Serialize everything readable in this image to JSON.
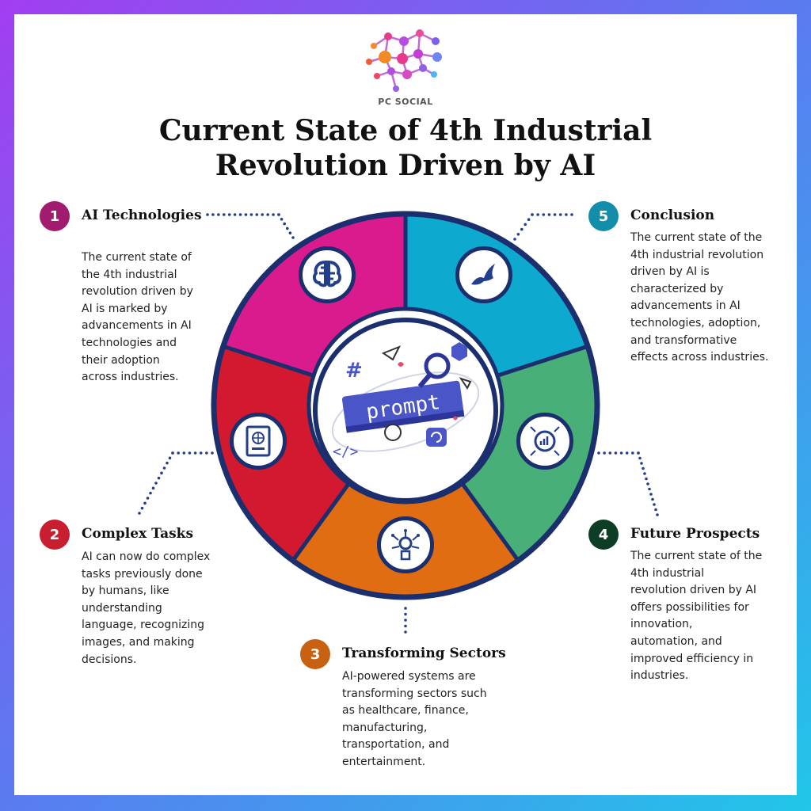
{
  "brand": {
    "name": "PC SOCIAL"
  },
  "title": {
    "line1": "Current State of 4th Industrial",
    "line2": "Revolution Driven by AI"
  },
  "center": {
    "label": "prompt"
  },
  "colors": {
    "frame_start": "#a23ef0",
    "frame_end": "#21c6e8",
    "seg1": "#d91b8e",
    "seg2": "#d3192f",
    "seg3": "#e16d12",
    "seg4": "#49af78",
    "seg5": "#0ea9cf",
    "num1": "#a11b6e",
    "num2": "#c81e30",
    "num3": "#c96112",
    "num4": "#0d3d25",
    "num5": "#138eaa",
    "icon": "#233f8b",
    "prompt_bg": "#4a56c8"
  },
  "icons": [
    "brain-circuit-icon",
    "passport-book-icon",
    "network-bug-icon",
    "finance-chart-icon",
    "dragon-icon"
  ],
  "sections": [
    {
      "number": "1",
      "heading": "AI Technologies",
      "lines": [
        "The current state of",
        "the 4th industrial",
        "revolution driven by",
        "AI is marked by",
        "advancements in AI",
        "technologies and",
        "their adoption",
        "across industries."
      ]
    },
    {
      "number": "2",
      "heading": "Complex Tasks",
      "lines": [
        "AI can now do complex",
        "tasks previously done",
        "by humans, like",
        "understanding",
        "language, recognizing",
        "images, and making",
        "decisions."
      ]
    },
    {
      "number": "3",
      "heading": "Transforming Sectors",
      "lines": [
        "AI-powered systems are",
        "transforming sectors such",
        "as healthcare, finance,",
        "manufacturing,",
        "transportation, and",
        "entertainment."
      ]
    },
    {
      "number": "4",
      "heading": "Future Prospects",
      "lines": [
        "The current state of the",
        "4th industrial",
        "revolution driven by AI",
        "offers possibilities for",
        "innovation,",
        "automation, and",
        "improved efficiency in",
        "industries."
      ]
    },
    {
      "number": "5",
      "heading": "Conclusion",
      "lines": [
        "The current state of the",
        "4th industrial revolution",
        "driven by AI is",
        "characterized by",
        "advancements in AI",
        "technologies, adoption,",
        "and transformative",
        "effects across industries."
      ]
    }
  ]
}
